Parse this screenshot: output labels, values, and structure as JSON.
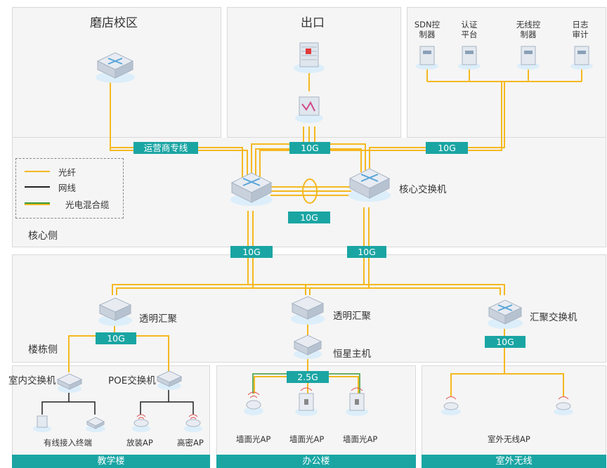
{
  "panels": {
    "campus": "磨店校区",
    "exit": "出口",
    "core_side": "核心侧",
    "building_side": "楼栋侧"
  },
  "top_right_devices": [
    {
      "label": "SDN控\n制器"
    },
    {
      "label": "认证\n平台"
    },
    {
      "label": "无线控\n制器"
    },
    {
      "label": "日志\n审计"
    }
  ],
  "legend": {
    "fiber": "光纤",
    "cable": "网线",
    "hybrid": "光电混合缆"
  },
  "tags": {
    "carrier": "运营商专线",
    "t10g_exit": "10G",
    "t10g_right": "10G",
    "t10g_core_pair": "10G",
    "t10g_core_left": "10G",
    "t10g_core_right": "10G",
    "t10g_left_agg": "10G",
    "t10g_right_agg": "10G",
    "t2_5g": "2.5G"
  },
  "labels": {
    "core_switch": "核心交换机",
    "transparent_agg_1": "透明汇聚",
    "transparent_agg_2": "透明汇聚",
    "agg_switch": "汇聚交换机",
    "hengxing_host": "恒星主机",
    "indoor_switch": "室内交换机",
    "poe_switch": "POE交换机",
    "wired_terminal": "有线接入终端",
    "ap_placed": "放装AP",
    "ap_dense": "高密AP",
    "wall_ap_1": "墙面光AP",
    "wall_ap_2": "墙面光AP",
    "wall_ap_3": "墙面光AP",
    "outdoor_ap": "室外无线AP"
  },
  "footers": {
    "teaching": "教学楼",
    "office": "办公楼",
    "outdoor": "室外无线"
  },
  "colors": {
    "fiber": "#f5b820",
    "cable": "#222222",
    "accent": "#1aa5a3"
  }
}
